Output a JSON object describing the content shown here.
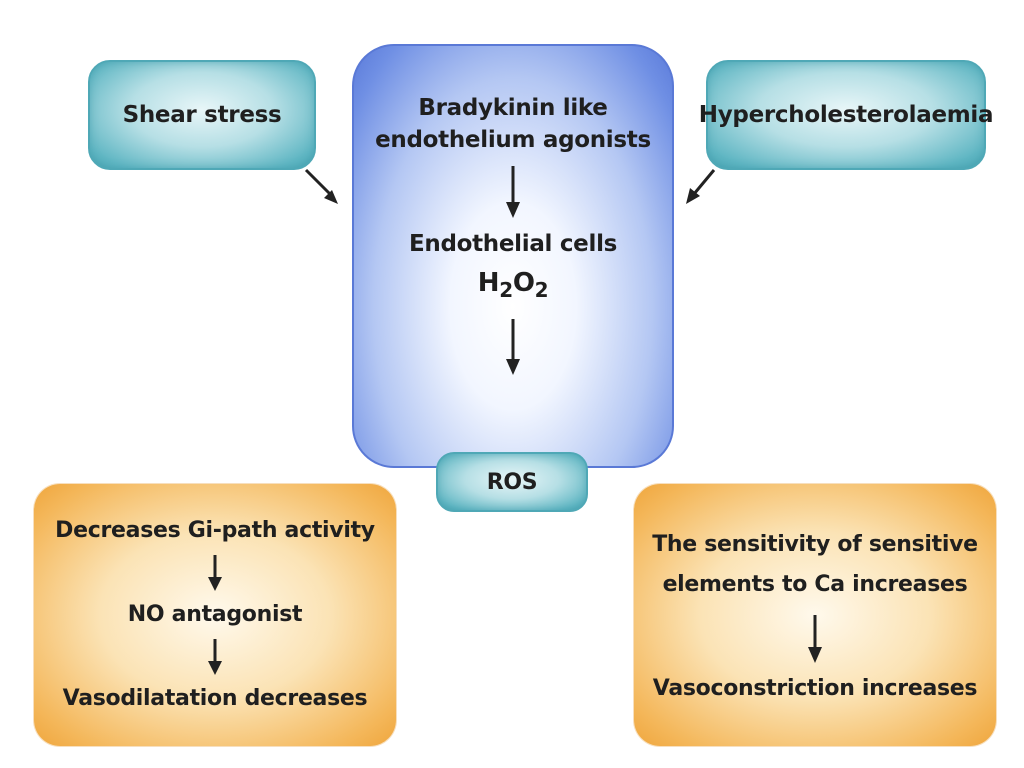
{
  "nodes": {
    "shear_stress": "Shear stress",
    "hypercholesterolaemia": "Hypercholesterolaemia",
    "center": {
      "line1": "Bradykinin like",
      "line2": "endothelium agonists",
      "line3": "Endothelial cells",
      "h2o2_h": "H",
      "h2o2_h_sub": "2",
      "h2o2_o": "O",
      "h2o2_o_sub": "2"
    },
    "ros": "ROS",
    "left_effects": {
      "line1": "Decreases Gi-path activity",
      "line2": "NO antagonist",
      "line3": "Vasodilatation decreases"
    },
    "right_effects": {
      "line1": "The sensitivity of sensitive",
      "line2": "elements to Ca increases",
      "line3": "Vasoconstriction increases"
    }
  },
  "edges": [
    {
      "from": "shear_stress",
      "to": "center"
    },
    {
      "from": "hypercholesterolaemia",
      "to": "center"
    },
    {
      "from": "center.agonists",
      "to": "center.endothelial_cells"
    },
    {
      "from": "center.h2o2",
      "to": "ros"
    },
    {
      "from": "left_effects.line1",
      "to": "left_effects.line2"
    },
    {
      "from": "left_effects.line2",
      "to": "left_effects.line3"
    },
    {
      "from": "right_effects.line2",
      "to": "right_effects.line3"
    }
  ]
}
